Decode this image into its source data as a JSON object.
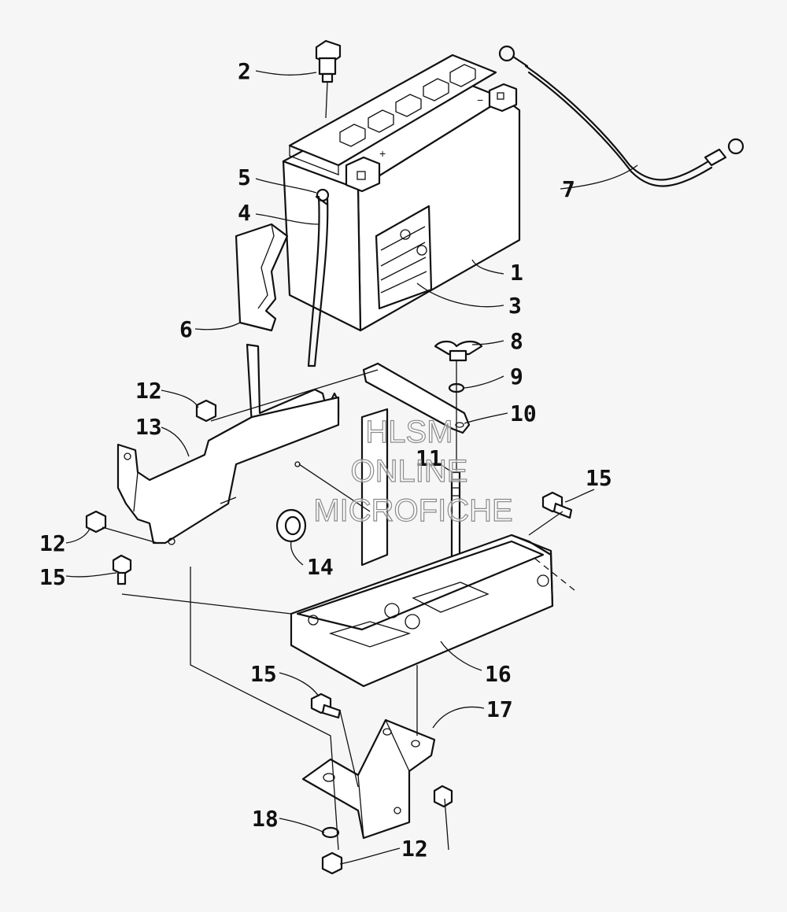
{
  "callouts": {
    "c1": "1",
    "c2": "2",
    "c3": "3",
    "c4": "4",
    "c5": "5",
    "c6": "6",
    "c7": "7",
    "c8": "8",
    "c9": "9",
    "c10": "10",
    "c11": "11",
    "c12a": "12",
    "c12b": "12",
    "c12c": "12",
    "c13": "13",
    "c14": "14",
    "c15a": "15",
    "c15b": "15",
    "c15c": "15",
    "c16": "16",
    "c17": "17",
    "c18": "18"
  },
  "watermark": {
    "line1": "HLSM",
    "line2": "ONLINE",
    "line3": "MICROFICHE"
  }
}
